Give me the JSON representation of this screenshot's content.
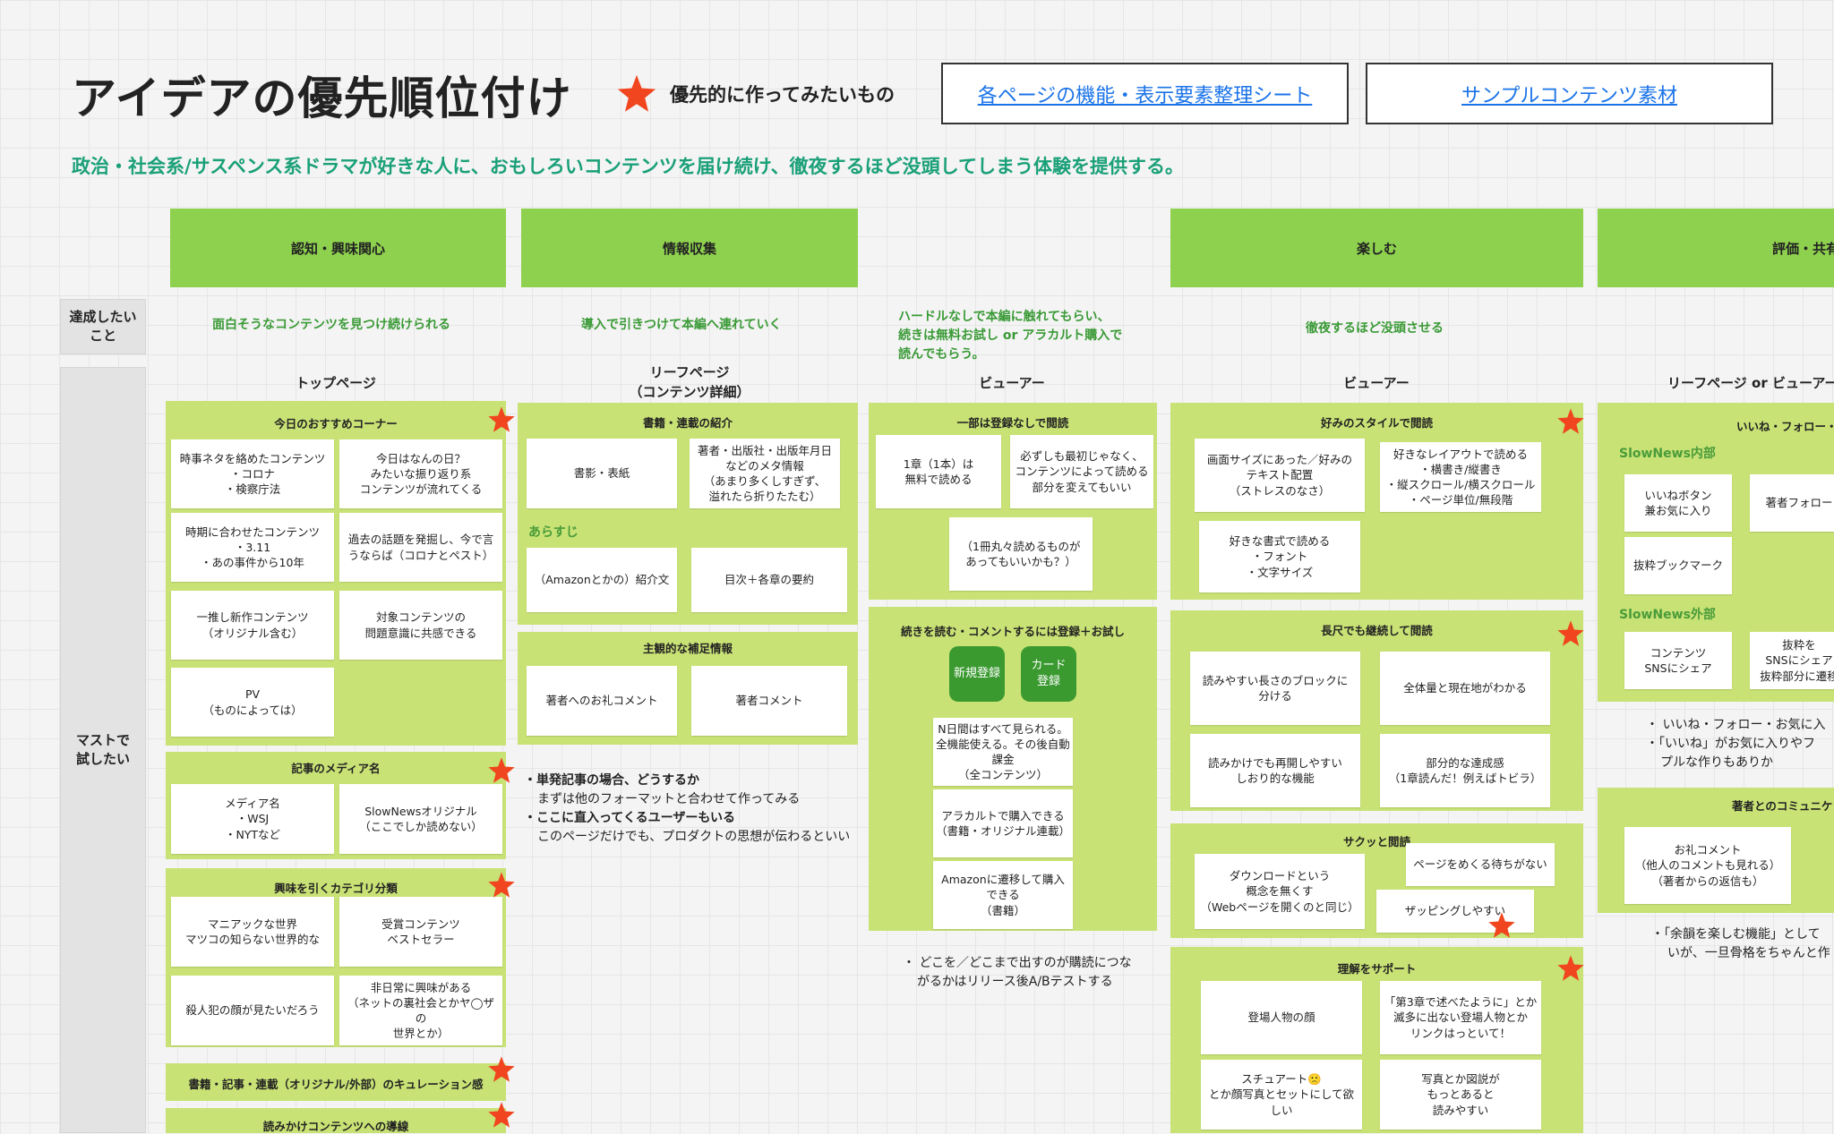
{
  "header": {
    "title": "アイデアの優先順位付け",
    "legend_label": "優先的に作ってみたいもの",
    "link1": "各ページの機能・表示要素整理シート",
    "link2": "サンプルコンテンツ素材",
    "tagline": "政治・社会系/サスペンス系ドラマが好きな人に、おもしろいコンテンツを届け続け、徹夜するほど没頭してしまう体験を提供する。"
  },
  "phases": [
    "認知・興味関心",
    "情報収集",
    "楽しむ",
    "評価・共有"
  ],
  "row_labels": {
    "goal": "達成したい\nこと",
    "must": "マストで\n試したい"
  },
  "goals": [
    "面白そうなコンテンツを見つけ続けられる",
    "導入で引きつけて本編へ連れていく",
    "ハードルなしで本編に触れてもらい、\n続きは無料お試し or アラカルト購入で\n読んでもらう。",
    "徹夜するほど没頭させる"
  ],
  "pages": [
    "トップページ",
    "リーフページ\n（コンテンツ詳細）",
    "ビューアー",
    "ビューアー",
    "リーフページ or ビューアー"
  ],
  "col1": {
    "g1_title": "今日のおすすめコーナー",
    "g1_cards": [
      "時事ネタを絡めたコンテンツ\n・コロナ\n・検察庁法",
      "今日はなんの日？\nみたいな振り返り系\nコンテンツが流れてくる",
      "時期に合わせたコンテンツ\n・3.11\n・あの事件から10年",
      "過去の話題を発掘し、今で言\nうならば（コロナとペスト）",
      "一推し新作コンテンツ\n（オリジナル含む）",
      "対象コンテンツの\n問題意識に共感できる",
      "PV\n（ものによっては）"
    ],
    "g2_title": "記事のメディア名",
    "g2_cards": [
      "メディア名\n・WSJ\n・NYTなど",
      "SlowNewsオリジナル\n（ここでしか読めない）"
    ],
    "g3_title": "興味を引くカテゴリ分類",
    "g3_cards": [
      "マニアックな世界\nマツコの知らない世界的な",
      "受賞コンテンツ\nベストセラー",
      "殺人犯の顔が見たいだろう",
      "非日常に興味がある\n（ネットの裏社会とかヤ◯ザの\n世界とか）"
    ],
    "g4_title": "書籍・記事・連載（オリジナル/外部）のキュレーション感",
    "g5_title": "読みかけコンテンツへの導線"
  },
  "col2": {
    "g1_title": "書籍・連載の紹介",
    "g1_cards": [
      "書影・表紙",
      "著者・出版社・出版年月日\nなどのメタ情報\n（あまり多くしすぎず、\n溢れたら折りたたむ）",
      "（Amazonとかの）紹介文",
      "目次＋各章の要約"
    ],
    "g1_sub": "あらすじ",
    "g2_title": "主観的な補足情報",
    "g2_cards": [
      "著者へのお礼コメント",
      "著者コメント"
    ],
    "notes": [
      "・単発記事の場合、どうするか",
      "まずは他のフォーマットと合わせて作ってみる",
      "・ここに直入ってくるユーザーもいる",
      "このページだけでも、プロダクトの思想が伝わるといい"
    ]
  },
  "col3": {
    "g1_title": "一部は登録なしで閲読",
    "g1_cards": [
      "1章（1本）は\n無料で読める",
      "必ずしも最初じゃなく、\nコンテンツによって読める\n部分を変えてもいい",
      "（1冊丸々読めるものが\nあってもいいかも？）"
    ],
    "g2_title": "続きを読む・コメントするには登録＋お試し",
    "btn1": "新規登録",
    "btn2": "カード\n登録",
    "g2_cards": [
      "N日間はすべて見られる。\n全機能使える。その後自動課金\n（全コンテンツ）",
      "アラカルトで購入できる\n（書籍・オリジナル連載）",
      "Amazonに遷移して購入できる\n（書籍）"
    ],
    "notes": [
      "・ どこを／どこまで出すのが購読につな",
      "がるかはリリース後A/Bテストする"
    ]
  },
  "col4": {
    "g1_title": "好みのスタイルで閲読",
    "g1_cards": [
      "画面サイズにあった／好みの\nテキスト配置\n（ストレスのなさ）",
      "好きなレイアウトで読める\n・横書き/縦書き\n・縦スクロール/横スクロール\n・ページ単位/無段階",
      "好きな書式で読める\n・フォント\n・文字サイズ"
    ],
    "g2_title": "長尺でも継続して閲読",
    "g2_cards": [
      "読みやすい長さのブロックに\n分ける",
      "全体量と現在地がわかる",
      "読みかけでも再開しやすい\nしおり的な機能",
      "部分的な達成感\n（1章読んだ！例えばトビラ）"
    ],
    "g3_title": "サクッと閲読",
    "g3_cards": [
      "ダウンロードという\n概念を無くす\n（Webページを開くのと同じ）",
      "ページをめくる待ちがない",
      "ザッピングしやすい"
    ],
    "g4_title": "理解をサポート",
    "g4_cards": [
      "登場人物の顔",
      "「第3章で述べたように」とか\n滅多に出ない登場人物とか\nリンクはっといて！",
      "スチュアート🙁\nとか顔写真とセットにして欲\nしい",
      "写真とか図説が\nもっとあると\n読みやすい"
    ]
  },
  "col5": {
    "g1_title": "いいね・フォロー・お",
    "sub1": "SlowNews内部",
    "g1_cards_a": [
      "いいねボタン\n兼お気に入り",
      "著者フォロー",
      "抜粋ブックマーク"
    ],
    "sub2": "SlowNews外部",
    "g1_cards_b": [
      "コンテンツ\nSNSにシェア",
      "抜粋を\nSNSにシェア\n抜粋部分に遷移"
    ],
    "notes1": [
      "・ いいね・フォロー・お気に入",
      "・「いいね」がお気に入りやフ",
      "プルな作りもありか"
    ],
    "g2_title": "著者とのコミュニケ",
    "g2_cards": [
      "お礼コメント\n（他人のコメントも見れる）\n（著者からの返信も）"
    ],
    "notes2": [
      "・「余韻を楽しむ機能」として",
      "いが、一旦骨格をちゃんと作"
    ]
  },
  "colors": {
    "phase": "#8ed14e",
    "group": "#c8e275",
    "star": "#f0451e",
    "link": "#1a73e8",
    "tagline": "#1aa078",
    "button": "#3a9a30"
  }
}
